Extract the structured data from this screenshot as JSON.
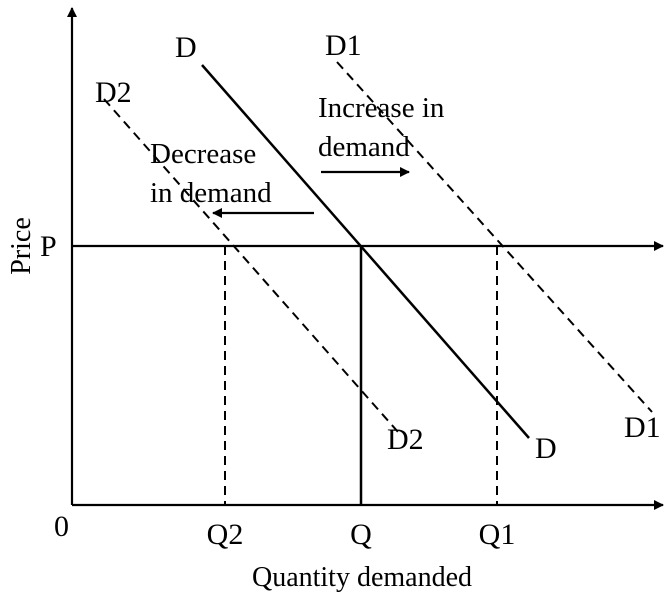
{
  "diagram": {
    "axis_labels": {
      "y": "Price",
      "x": "Quantity demanded",
      "origin": "0"
    },
    "price_label": "P",
    "quantity_labels": {
      "q2": "Q2",
      "q": "Q",
      "q1": "Q1"
    },
    "curves": {
      "d": {
        "top_label": "D",
        "bottom_label": "D"
      },
      "d1": {
        "top_label": "D1",
        "bottom_label": "D1"
      },
      "d2": {
        "top_label": "D2",
        "bottom_label": "D2"
      }
    },
    "annotations": {
      "increase": {
        "line1": "Increase in",
        "line2": "demand"
      },
      "decrease": {
        "line1": "Decrease",
        "line2": "in demand"
      }
    }
  }
}
